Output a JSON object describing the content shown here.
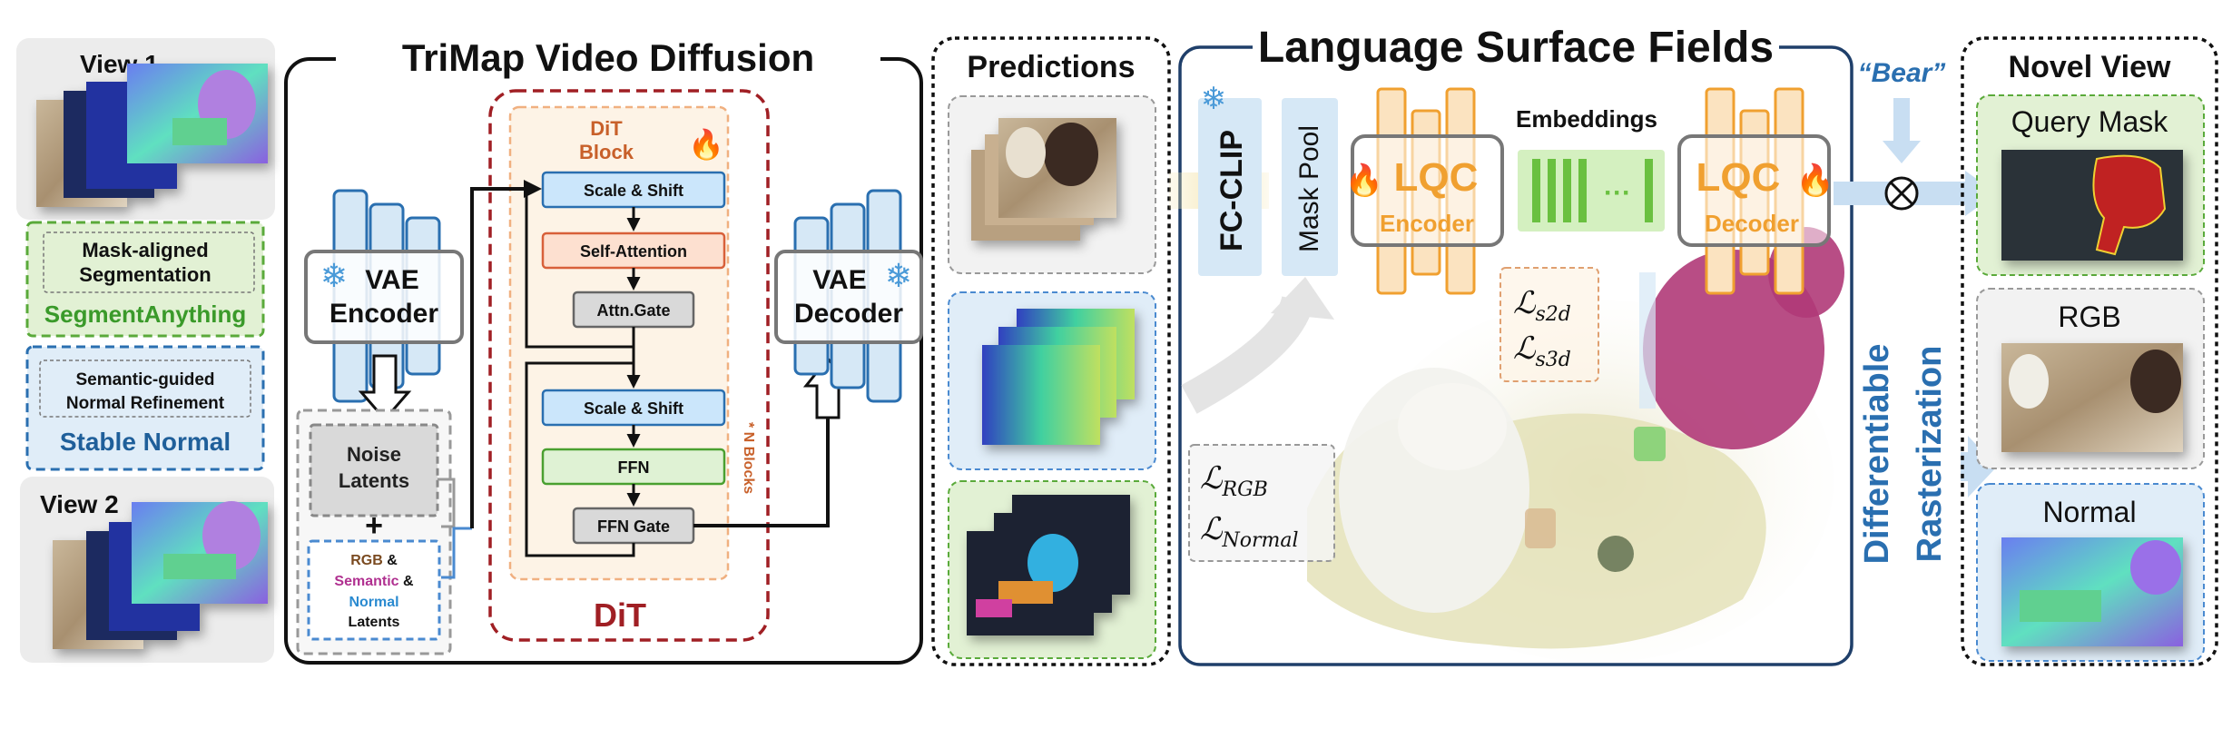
{
  "colors": {
    "vae_blue": "#2a6fb0",
    "dit_red": "#a01f24",
    "lqc_orange": "#f0a030",
    "green_box": "#8cc860",
    "section_blue": "#1f5f9a"
  },
  "left": {
    "view1": "View 1",
    "view2": "View 2",
    "mask_aligned": "Mask-aligned",
    "segmentation": "Segmentation",
    "segment_anything": "SegmentAnything",
    "semantic_guided": "Semantic-guided",
    "normal_refinement": "Normal Refinement",
    "stable_normal": "Stable Normal"
  },
  "trimap": {
    "title": "TriMap Video Diffusion",
    "vae_encoder": [
      "VAE",
      "Encoder"
    ],
    "vae_decoder": [
      "VAE",
      "Decoder"
    ],
    "noise_latents": [
      "Noise",
      "Latents"
    ],
    "plus": "+",
    "latents": {
      "rgb": "RGB",
      "amp": "&",
      "semantic": "Semantic",
      "normal": "Normal",
      "latents": "Latents"
    },
    "dit_block": [
      "DiT",
      "Block"
    ],
    "n_blocks": "* N Blocks",
    "dit_label": "DiT",
    "blocks": [
      "Scale & Shift",
      "Self-Attention",
      "Attn.Gate",
      "Scale & Shift",
      "FFN",
      "FFN Gate"
    ]
  },
  "predictions": {
    "title": "Predictions"
  },
  "lsf": {
    "title": "Language Surface Fields",
    "fc_clip": "FC-CLIP",
    "mask_pool": "Mask Pool",
    "embeddings": "Embeddings",
    "lqc": "LQC",
    "encoder": "Encoder",
    "decoder": "Decoder",
    "ellipsis": "···",
    "loss_s2d": {
      "main": "ℒ",
      "sub": "s2d"
    },
    "loss_s3d": {
      "main": "ℒ",
      "sub": "s3d"
    },
    "loss_rgb": {
      "main": "ℒ",
      "sub": "RGB"
    },
    "loss_normal": {
      "main": "ℒ",
      "sub": "Normal"
    },
    "diff_raster": [
      "Differentiable",
      "Rasterization"
    ]
  },
  "query_text": "“Bear”",
  "novel": {
    "title": "Novel View",
    "query_mask": "Query Mask",
    "rgb": "RGB",
    "normal": "Normal"
  }
}
